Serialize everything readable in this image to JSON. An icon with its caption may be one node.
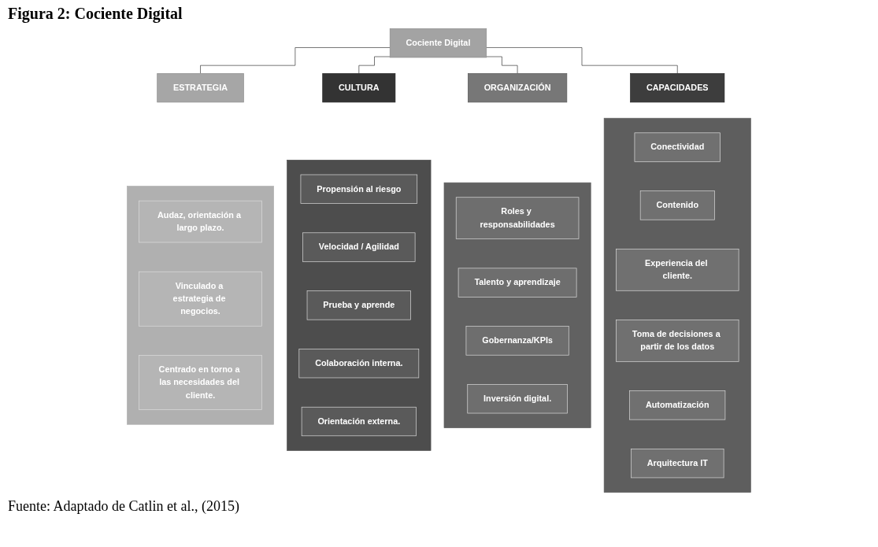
{
  "diagram": {
    "title": "Figura 2: Cociente Digital",
    "caption": "Fuente: Adaptado de Catlin et al., (2015)",
    "nodes": [
      {
        "text": [
          "Cociente Digital"
        ]
      },
      {
        "text": [
          "ESTRATEGIA"
        ]
      },
      {
        "text": [
          "CULTURA"
        ]
      },
      {
        "text": [
          "ORGANIZACIÓN"
        ]
      },
      {
        "text": [
          "CAPACIDADES"
        ]
      },
      {
        "text": [],
        "shape": "box"
      },
      {
        "text": [
          "Audaz, orientación a largo plazo."
        ],
        "in": 5
      },
      {
        "text": [
          "Vinculado a estrategia de negocios."
        ],
        "in": 5
      },
      {
        "text": [
          "Centrado en torno a las necesidades del cliente."
        ],
        "in": 5
      },
      {
        "text": [],
        "shape": "box"
      },
      {
        "text": [
          "Propensión al riesgo"
        ],
        "in": 9
      },
      {
        "text": [
          "Velocidad / Agilidad"
        ],
        "in": 9
      },
      {
        "text": [
          "Prueba y aprende"
        ],
        "in": 9
      },
      {
        "text": [
          "Colaboración interna."
        ],
        "in": 9
      },
      {
        "text": [
          "Orientación externa."
        ],
        "in": 9
      },
      {
        "text": [],
        "shape": "box"
      },
      {
        "text": [
          "Roles y responsabilidades"
        ],
        "in": 15
      },
      {
        "text": [
          "Talento y aprendizaje"
        ],
        "in": 15
      },
      {
        "text": [
          "Gobernanza/KPIs"
        ],
        "in": 15
      },
      {
        "text": [
          "Inversión digital."
        ],
        "in": 15
      },
      {
        "text": [],
        "shape": "box"
      },
      {
        "text": [
          "Conectividad"
        ],
        "in": 20
      },
      {
        "text": [
          "Contenido"
        ],
        "in": 20
      },
      {
        "text": [
          "Experiencia del cliente."
        ],
        "in": 20
      },
      {
        "text": [
          "Toma de decisiones a partir de los datos"
        ],
        "in": 20
      },
      {
        "text": [
          "Automatización"
        ],
        "in": 20
      },
      {
        "text": [
          "Arquitectura IT"
        ],
        "in": 20
      }
    ],
    "edges": [
      {
        "from": 0,
        "to": 1,
        "arrow": "none"
      },
      {
        "from": 0,
        "to": 2,
        "arrow": "none"
      },
      {
        "from": 0,
        "to": 3,
        "arrow": "none"
      },
      {
        "from": 0,
        "to": 4,
        "arrow": "none"
      }
    ]
  }
}
